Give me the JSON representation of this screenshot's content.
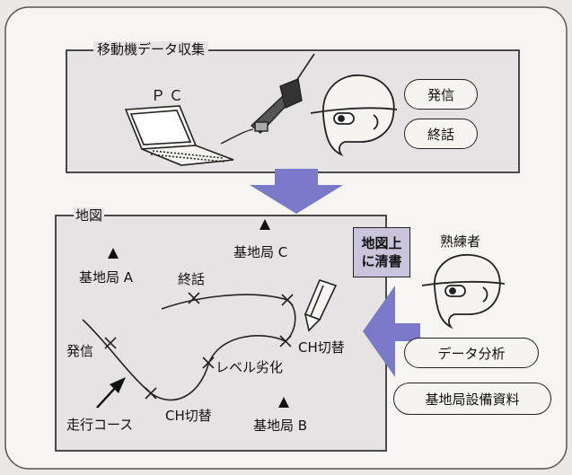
{
  "collection": {
    "title": "移動機データ収集",
    "pc_label": "ＰＣ"
  },
  "buttons": {
    "call": "発信",
    "end_call": "終話"
  },
  "map": {
    "title": "地図",
    "station_a": "基地局 A",
    "station_b": "基地局 B",
    "station_c": "基地局 C",
    "end_call": "終話",
    "call": "発信",
    "ch_switch_1": "CH切替",
    "ch_switch_2": "CH切替",
    "level_degradation": "レベル劣化",
    "route": "走行コース"
  },
  "note": {
    "line1": "地図上",
    "line2": "に清書"
  },
  "expert": {
    "label": "熟練者",
    "data_analysis": "データ分析",
    "station_docs": "基地局設備資料"
  },
  "colors": {
    "arrow": "#7a78c8",
    "note_bg": "#c9c4dc",
    "box_bg": "#e6e3e4",
    "page_bg": "#eae8e4"
  }
}
